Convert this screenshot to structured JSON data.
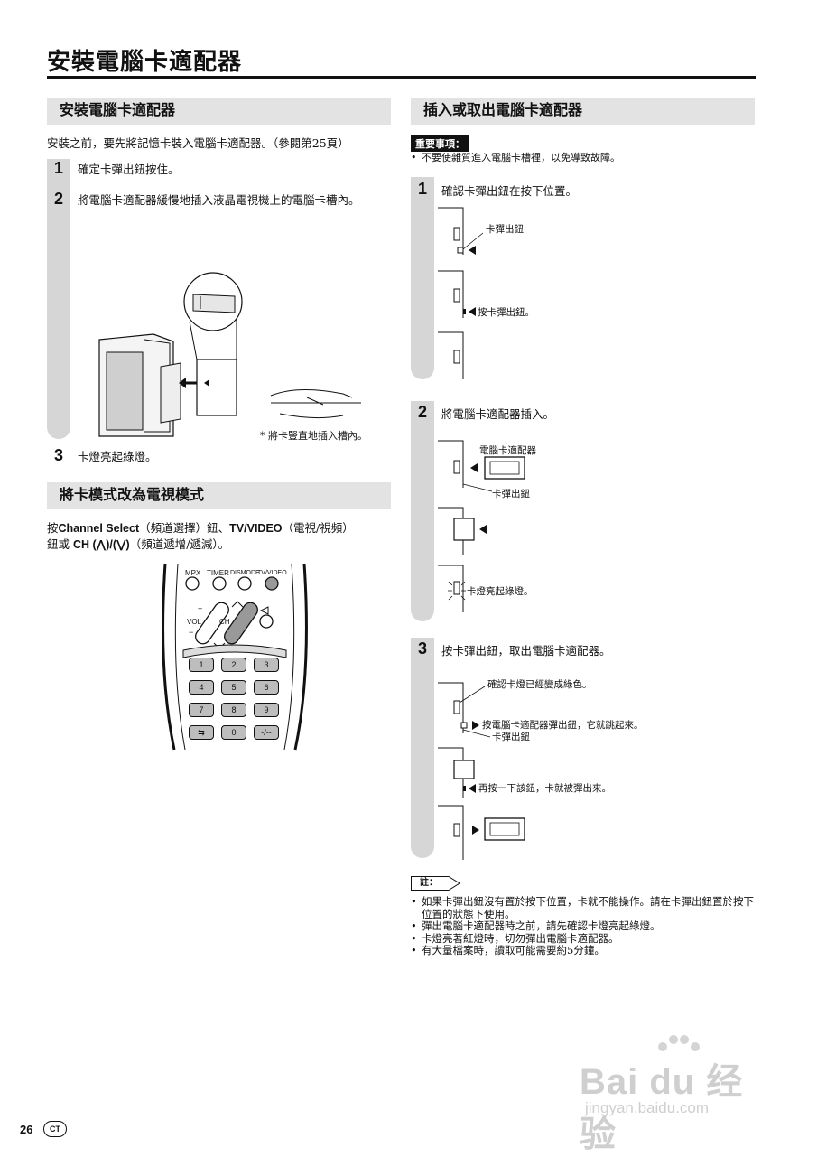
{
  "page": {
    "title": "安裝電腦卡適配器",
    "page_number": "26",
    "lang_badge": "CT"
  },
  "left": {
    "install": {
      "heading": "安裝電腦卡適配器",
      "intro": "安裝之前，要先將記憶卡裝入電腦卡適配器。（參閱第25頁）",
      "steps": [
        {
          "num": "1",
          "text": "確定卡彈出鈕按住。"
        },
        {
          "num": "2",
          "text": "將電腦卡適配器緩慢地插入液晶電視機上的電腦卡槽內。"
        },
        {
          "num": "3",
          "text": "卡燈亮起綠燈。"
        }
      ],
      "figure_note": "* 將卡豎直地插入槽內。"
    },
    "mode": {
      "heading": "將卡模式改為電視模式",
      "para_prefix": "按",
      "key1": "Channel Select",
      "key1_desc": "（頻道選擇）鈕、",
      "key2": "TV/VIDEO",
      "key2_desc": "（電視/視頻）",
      "para2_prefix": "鈕或 ",
      "key3": "CH (⋀)/(⋁)",
      "key3_desc": "（頻道遞增/遞減）。"
    },
    "remote": {
      "labels": [
        "MPX",
        "TIMER",
        "DISMODE",
        "TV/VIDEO"
      ],
      "vol": "VOL",
      "ch": "CH",
      "plus": "+",
      "minus": "−",
      "keys": [
        "1",
        "2",
        "3",
        "4",
        "5",
        "6",
        "7",
        "8",
        "9",
        "⇆",
        "0",
        "-/--"
      ]
    }
  },
  "right": {
    "heading": "插入或取出電腦卡適配器",
    "important_label": "重要事項：",
    "important_text": "不要使雜質進入電腦卡槽裡，以免導致故障。",
    "step1": {
      "num": "1",
      "text": "確認卡彈出鈕在按下位置。",
      "callout_a": "卡彈出鈕",
      "callout_b": "按卡彈出鈕。"
    },
    "step2": {
      "num": "2",
      "text": "將電腦卡適配器插入。",
      "callout_adapter": "電腦卡適配器",
      "callout_eject": "卡彈出鈕",
      "callout_lamp": "卡燈亮起綠燈。"
    },
    "step3": {
      "num": "3",
      "text": "按卡彈出鈕，取出電腦卡適配器。",
      "callout_green": "確認卡燈已經變成綠色。",
      "callout_press": "按電腦卡適配器彈出鈕，它就跳起來。",
      "callout_eject": "卡彈出鈕",
      "callout_again": "再按一下該鈕，卡就被彈出來。"
    },
    "notes_label": "註：",
    "notes": [
      "如果卡彈出鈕沒有置於按下位置，卡就不能操作。請在卡彈出鈕置於按下位置的狀態下使用。",
      "彈出電腦卡適配器時之前，請先確認卡燈亮起綠燈。",
      "卡燈亮著紅燈時，切勿彈出電腦卡適配器。",
      "有大量檔案時，讀取可能需要約5分鐘。"
    ]
  },
  "watermark": {
    "main": "Bai du 经验",
    "url": "jingyan.baidu.com"
  }
}
